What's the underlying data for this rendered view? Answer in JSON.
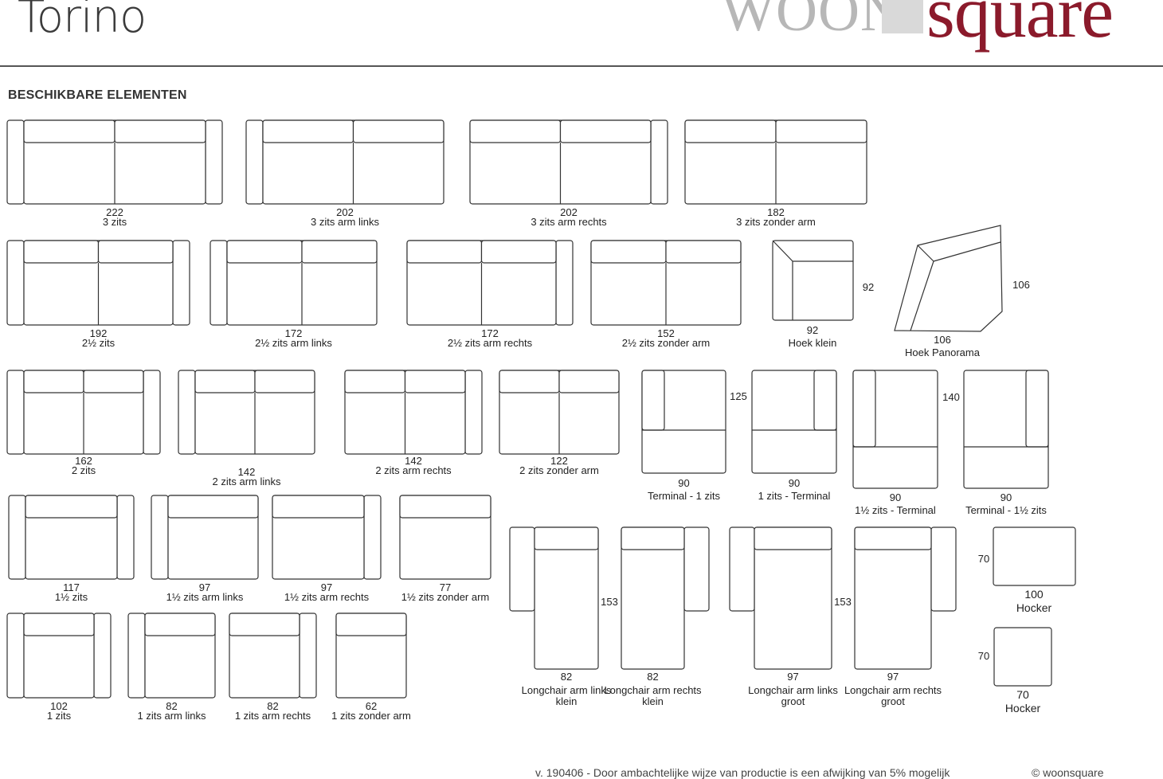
{
  "header": {
    "model": "Torino",
    "brand_part1": "WOON",
    "brand_part2": "square",
    "brand_color": "#8b1a2b"
  },
  "section_title": "BESCHIKBARE ELEMENTEN",
  "footer": {
    "version_note": "v. 190406 - Door ambachtelijke wijze van productie is een afwijking van 5% mogelijk",
    "copyright": "© woonsquare"
  },
  "elements": [
    {
      "width": "222",
      "name": "3 zits"
    },
    {
      "width": "202",
      "name": "3 zits arm links"
    },
    {
      "width": "202",
      "name": "3 zits arm rechts"
    },
    {
      "width": "182",
      "name": "3 zits zonder arm"
    },
    {
      "width": "192",
      "name": "2½ zits"
    },
    {
      "width": "172",
      "name": "2½ zits arm links"
    },
    {
      "width": "172",
      "name": "2½ zits arm rechts"
    },
    {
      "width": "152",
      "name": "2½ zits zonder arm"
    },
    {
      "width": "92",
      "depth": "92",
      "name": "Hoek klein"
    },
    {
      "width": "106",
      "depth": "106",
      "name": "Hoek Panorama"
    },
    {
      "width": "162",
      "name": "2 zits"
    },
    {
      "width": "142",
      "name": "2 zits arm links"
    },
    {
      "width": "142",
      "name": "2 zits arm rechts"
    },
    {
      "width": "122",
      "name": "2 zits zonder arm"
    },
    {
      "width": "90",
      "depth": "125",
      "name": "Terminal - 1 zits"
    },
    {
      "width": "90",
      "name": "1 zits - Terminal"
    },
    {
      "width": "90",
      "depth": "140",
      "name": "1½ zits - Terminal"
    },
    {
      "width": "90",
      "name": "Terminal - 1½ zits"
    },
    {
      "width": "117",
      "name": "1½ zits"
    },
    {
      "width": "97",
      "name": "1½ zits arm links"
    },
    {
      "width": "97",
      "name": "1½ zits arm rechts"
    },
    {
      "width": "77",
      "name": "1½ zits zonder arm"
    },
    {
      "width": "102",
      "name": "1 zits"
    },
    {
      "width": "82",
      "name": "1 zits arm links"
    },
    {
      "width": "82",
      "name": "1 zits arm rechts"
    },
    {
      "width": "62",
      "name": "1 zits zonder arm"
    },
    {
      "width": "82",
      "depth": "153",
      "name": "Longchair arm links klein"
    },
    {
      "width": "82",
      "name": "Longchair arm rechts klein"
    },
    {
      "width": "97",
      "depth": "153",
      "name": "Longchair arm links groot"
    },
    {
      "width": "97",
      "name": "Longchair arm rechts groot"
    },
    {
      "width": "100",
      "depth": "70",
      "name": "Hocker"
    },
    {
      "width": "70",
      "depth": "70",
      "name": "Hocker"
    }
  ]
}
